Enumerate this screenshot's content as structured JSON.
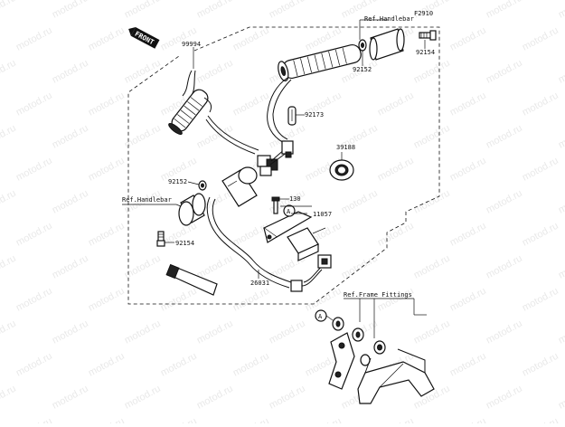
{
  "figure_code": "F2910",
  "front_badge": "FRONT",
  "watermark": "motod.ru",
  "circle_marker": "A",
  "labels": {
    "ref_handlebar_top": "Ref.Handlebar",
    "ref_handlebar_left": "Ref.Handlebar",
    "ref_frame_fittings": "Ref.Frame Fittings",
    "p99994": "99994",
    "p92152_top": "92152",
    "p92154_top": "92154",
    "p92173": "92173",
    "p39188": "39188",
    "p92152_left": "92152",
    "p92154_left": "92154",
    "p130": "130",
    "p11057": "11057",
    "p26031": "26031"
  }
}
